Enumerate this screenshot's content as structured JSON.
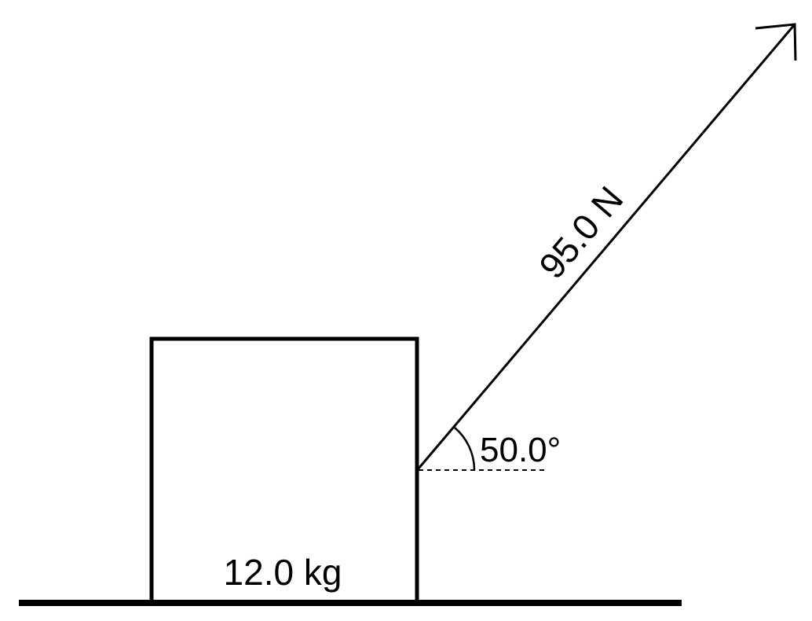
{
  "diagram": {
    "block_mass_label": "12.0 kg",
    "force_label": "95.0 N",
    "angle_label": "50.0°",
    "colors": {
      "stroke": "#000000",
      "background": "#ffffff"
    }
  }
}
